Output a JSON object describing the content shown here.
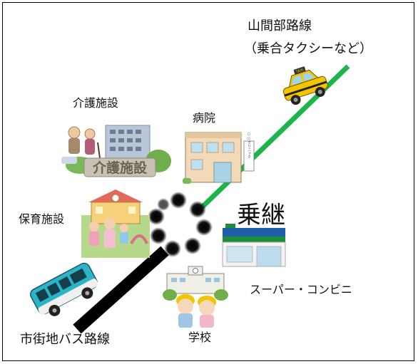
{
  "labels": {
    "mountain_route_title": "山間部路線",
    "mountain_route_sub": "（乗合タクシーなど）",
    "care_facility": "介護施設",
    "hospital": "病院",
    "nursery": "保育施設",
    "transfer": "乗継",
    "supermarket": "スーパー・コンビニ",
    "school": "学校",
    "city_bus_route": "市街地バス路線"
  },
  "illustration_text": {
    "care_sign": "介護施設",
    "taxi_sign": "TAXI",
    "clinic_sign": "○○クリニック"
  },
  "colors": {
    "mountain_route": "#1db54a",
    "city_route": "#000000",
    "taxi_yellow": "#f5c400",
    "bus_teal": "#2bb3c8",
    "store_green": "#1e8c3a",
    "store_blue": "#1f5fa8"
  },
  "icons": [
    "taxi-icon",
    "bus-icon",
    "care-facility-icon",
    "hospital-icon",
    "nursery-icon",
    "store-icon",
    "school-icon",
    "transfer-hub-icon"
  ]
}
